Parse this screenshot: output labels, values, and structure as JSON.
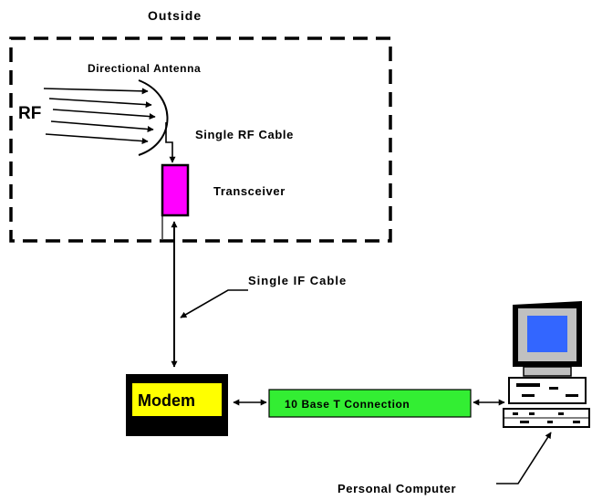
{
  "labels": {
    "outside": "Outside",
    "directional_antenna": "Directional Antenna",
    "rf": "RF",
    "single_rf_cable": "Single RF Cable",
    "transceiver": "Transceiver",
    "single_if_cable": "Single IF Cable",
    "modem": "Modem",
    "connection": "10 Base T Connection",
    "personal_computer": "Personal Computer"
  },
  "colors": {
    "transceiver_fill": "#ff00ff",
    "modem_fill": "#ffff00",
    "connection_fill": "#33ee33",
    "monitor_screen": "#3366ff",
    "computer_body": "#c0c0c0",
    "outline": "#000000"
  },
  "icons": {
    "antenna": "dish-antenna-icon",
    "computer": "desktop-computer-icon"
  }
}
